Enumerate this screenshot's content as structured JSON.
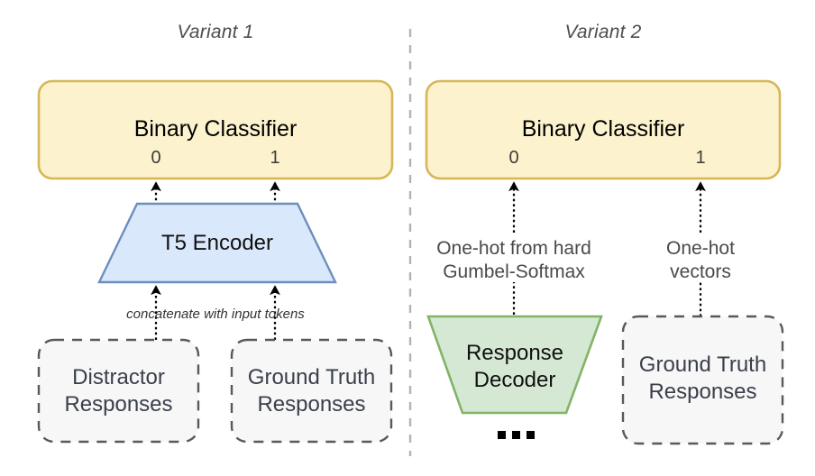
{
  "figure": {
    "background_color": "#ffffff",
    "divider": {
      "name": "vertical-dashed-divider",
      "color": "#b3b3b3"
    }
  },
  "palette": {
    "classifier_fill": "#fcf2cd",
    "classifier_stroke": "#d6b656",
    "encoder_fill": "#dae8fc",
    "encoder_stroke": "#6c8ebf",
    "decoder_fill": "#d5e8d4",
    "decoder_stroke": "#82b366",
    "dashed_fill": "#f7f7f7",
    "dashed_stroke": "#595959",
    "arrow_color": "#000000",
    "text_color": "#1f1f1f"
  },
  "panels": [
    {
      "id": "variant-1",
      "title": "Variant 1",
      "classifier": {
        "label": "Binary Classifier",
        "outputs": [
          "0",
          "1"
        ]
      },
      "model": {
        "label": "T5 Encoder",
        "shape": "trapezoid-wide-bottom",
        "kind": "encoder"
      },
      "edge_labels": [
        {
          "text": "concatenate with input tokens",
          "style": "italic"
        }
      ],
      "inputs": [
        {
          "label": "Distractor\nResponses",
          "line1": "Distractor",
          "line2": "Responses"
        },
        {
          "label": "Ground Truth\nResponses",
          "line1": "Ground Truth",
          "line2": "Responses"
        }
      ]
    },
    {
      "id": "variant-2",
      "title": "Variant 2",
      "classifier": {
        "label": "Binary Classifier",
        "outputs": [
          "0",
          "1"
        ]
      },
      "model": {
        "label": "Response\nDecoder",
        "line1": "Response",
        "line2": "Decoder",
        "shape": "trapezoid-wide-top",
        "kind": "decoder",
        "ellipsis": "▪ ▪ ▪"
      },
      "edge_labels": [
        {
          "text": "One-hot from hard\nGumbel-Softmax",
          "line1": "One-hot from hard",
          "line2": "Gumbel-Softmax"
        },
        {
          "text": "One-hot\nvectors",
          "line1": "One-hot",
          "line2": "vectors"
        }
      ],
      "inputs": [
        {
          "label": "Ground Truth\nResponses",
          "line1": "Ground Truth",
          "line2": "Responses"
        }
      ]
    }
  ]
}
